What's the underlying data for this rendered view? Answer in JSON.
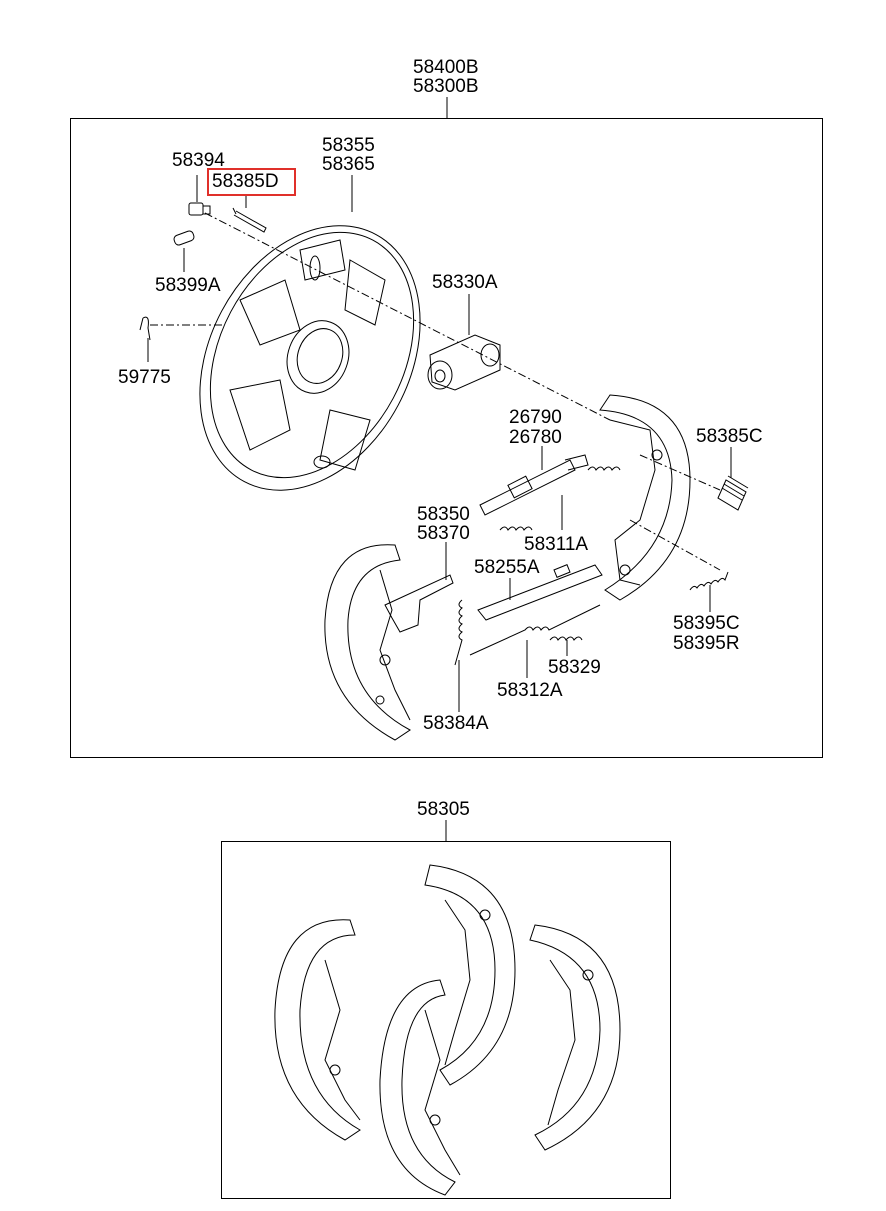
{
  "labels": {
    "assembly_1": "58400B",
    "assembly_2": "58300B",
    "p58394": "58394",
    "p58385D": "58385D",
    "p58355": "58355",
    "p58365": "58365",
    "p58399A": "58399A",
    "p58330A": "58330A",
    "p59775": "59775",
    "p26790": "26790",
    "p26780": "26780",
    "p58385C": "58385C",
    "p58350": "58350",
    "p58370": "58370",
    "p58311A": "58311A",
    "p58255A": "58255A",
    "p58395C": "58395C",
    "p58395R": "58395R",
    "p58329": "58329",
    "p58312A": "58312A",
    "p58384A": "58384A",
    "p58305": "58305"
  },
  "highlight_color": "#e0302a",
  "highlighted_part": "58385D"
}
